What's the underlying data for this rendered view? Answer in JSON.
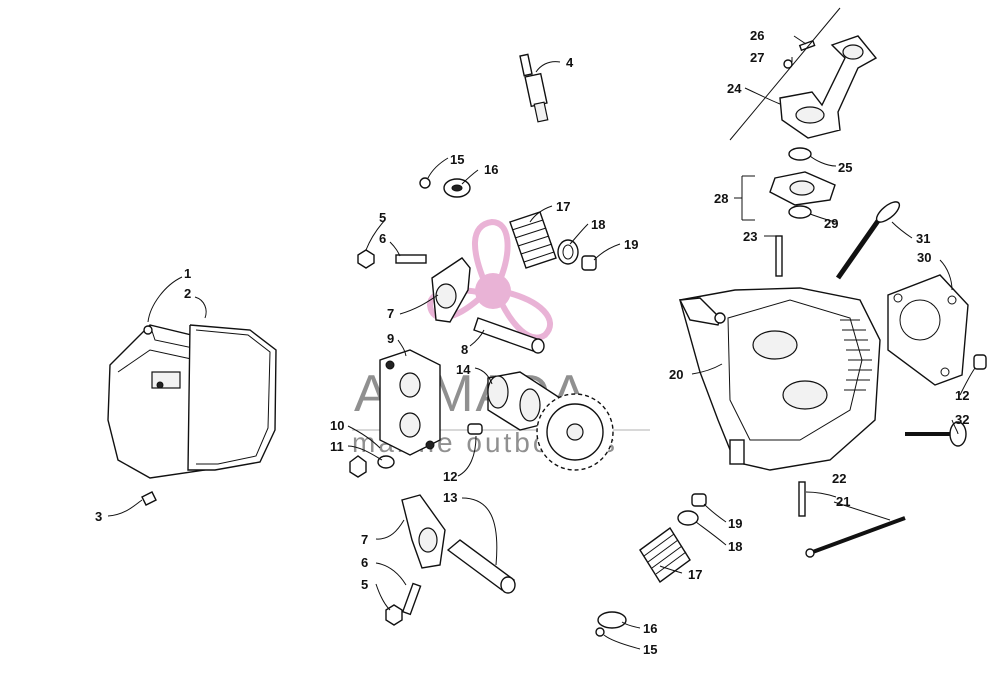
{
  "watermark": {
    "brand": "ARMADA",
    "tagline": "marine outboards",
    "logo_color": "#e6a6cf",
    "text_color": "#7d7d7d"
  },
  "callouts": [
    "1",
    "2",
    "3",
    "4",
    "5",
    "6",
    "7",
    "8",
    "9",
    "10",
    "11",
    "12",
    "13",
    "14",
    "15",
    "16",
    "17",
    "18",
    "19",
    "20",
    "21",
    "22",
    "23",
    "24",
    "25",
    "26",
    "27",
    "28",
    "29",
    "30",
    "31",
    "32"
  ],
  "labels": {
    "n1": "1",
    "n2": "2",
    "n3": "3",
    "n4": "4",
    "n5a": "5",
    "n5b": "5",
    "n6a": "6",
    "n6b": "6",
    "n7a": "7",
    "n7b": "7",
    "n8": "8",
    "n9": "9",
    "n10": "10",
    "n11": "11",
    "n12a": "12",
    "n12b": "12",
    "n13": "13",
    "n14": "14",
    "n15a": "15",
    "n15b": "15",
    "n16a": "16",
    "n16b": "16",
    "n17a": "17",
    "n17b": "17",
    "n18a": "18",
    "n18b": "18",
    "n19a": "19",
    "n19b": "19",
    "n20": "20",
    "n21": "21",
    "n22": "22",
    "n23": "23",
    "n24": "24",
    "n25": "25",
    "n26": "26",
    "n27": "27",
    "n28": "28",
    "n29": "29",
    "n30": "30",
    "n31": "31",
    "n32": "32"
  }
}
